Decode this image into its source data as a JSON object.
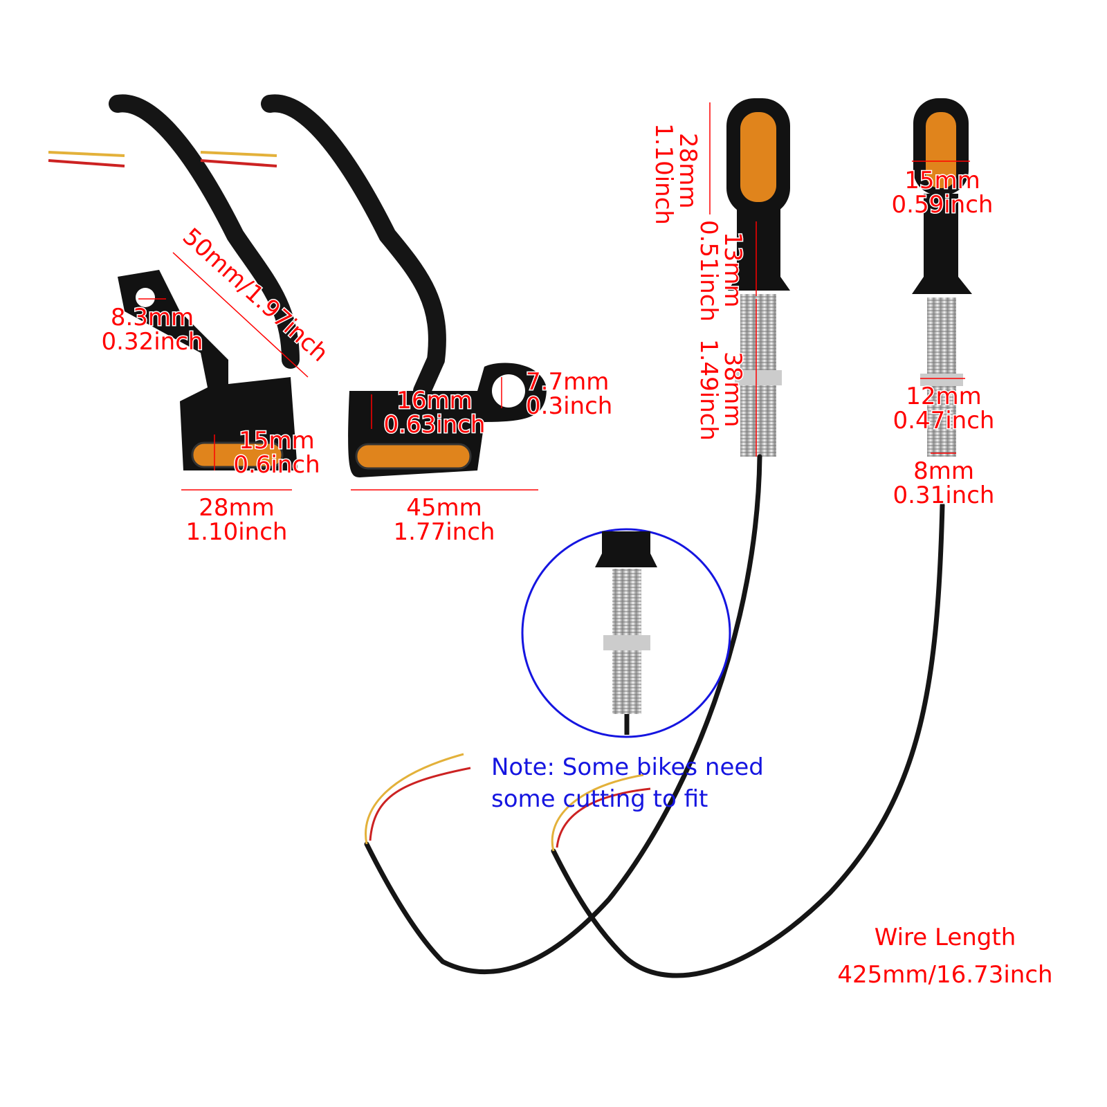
{
  "labels": {
    "bracket_arm": "50mm/1.97inch",
    "bracket_hole_mm": "8.3mm",
    "bracket_hole_in": "0.32inch",
    "left_lens_h_mm": "15mm",
    "left_lens_h_in": "0.6inch",
    "left_width_mm": "28mm",
    "left_width_in": "1.10inch",
    "mid_height_mm": "16mm",
    "mid_height_in": "0.63inch",
    "mid_hole_mm": "7.7mm",
    "mid_hole_in": "0.3inch",
    "mid_width_mm": "45mm",
    "mid_width_in": "1.77inch",
    "head_len_mm": "28mm",
    "head_len_in": "1.10inch",
    "neck_mm": "13mm",
    "neck_in": "0.51inch",
    "bolt_mm": "38mm",
    "bolt_in": "1.49inch",
    "head_w_mm": "15mm",
    "head_w_in": "0.59inch",
    "washer_mm": "12mm",
    "washer_in": "0.47inch",
    "thread_mm": "8mm",
    "thread_in": "0.31inch",
    "wire_title": "Wire Length",
    "wire_value": "425mm/16.73inch"
  },
  "note": {
    "line1": "Note: Some bikes need",
    "line2": "some cutting to fit"
  },
  "colors": {
    "dimension": "#ff0000",
    "note": "#1515e0",
    "lens": "#e0841c"
  }
}
